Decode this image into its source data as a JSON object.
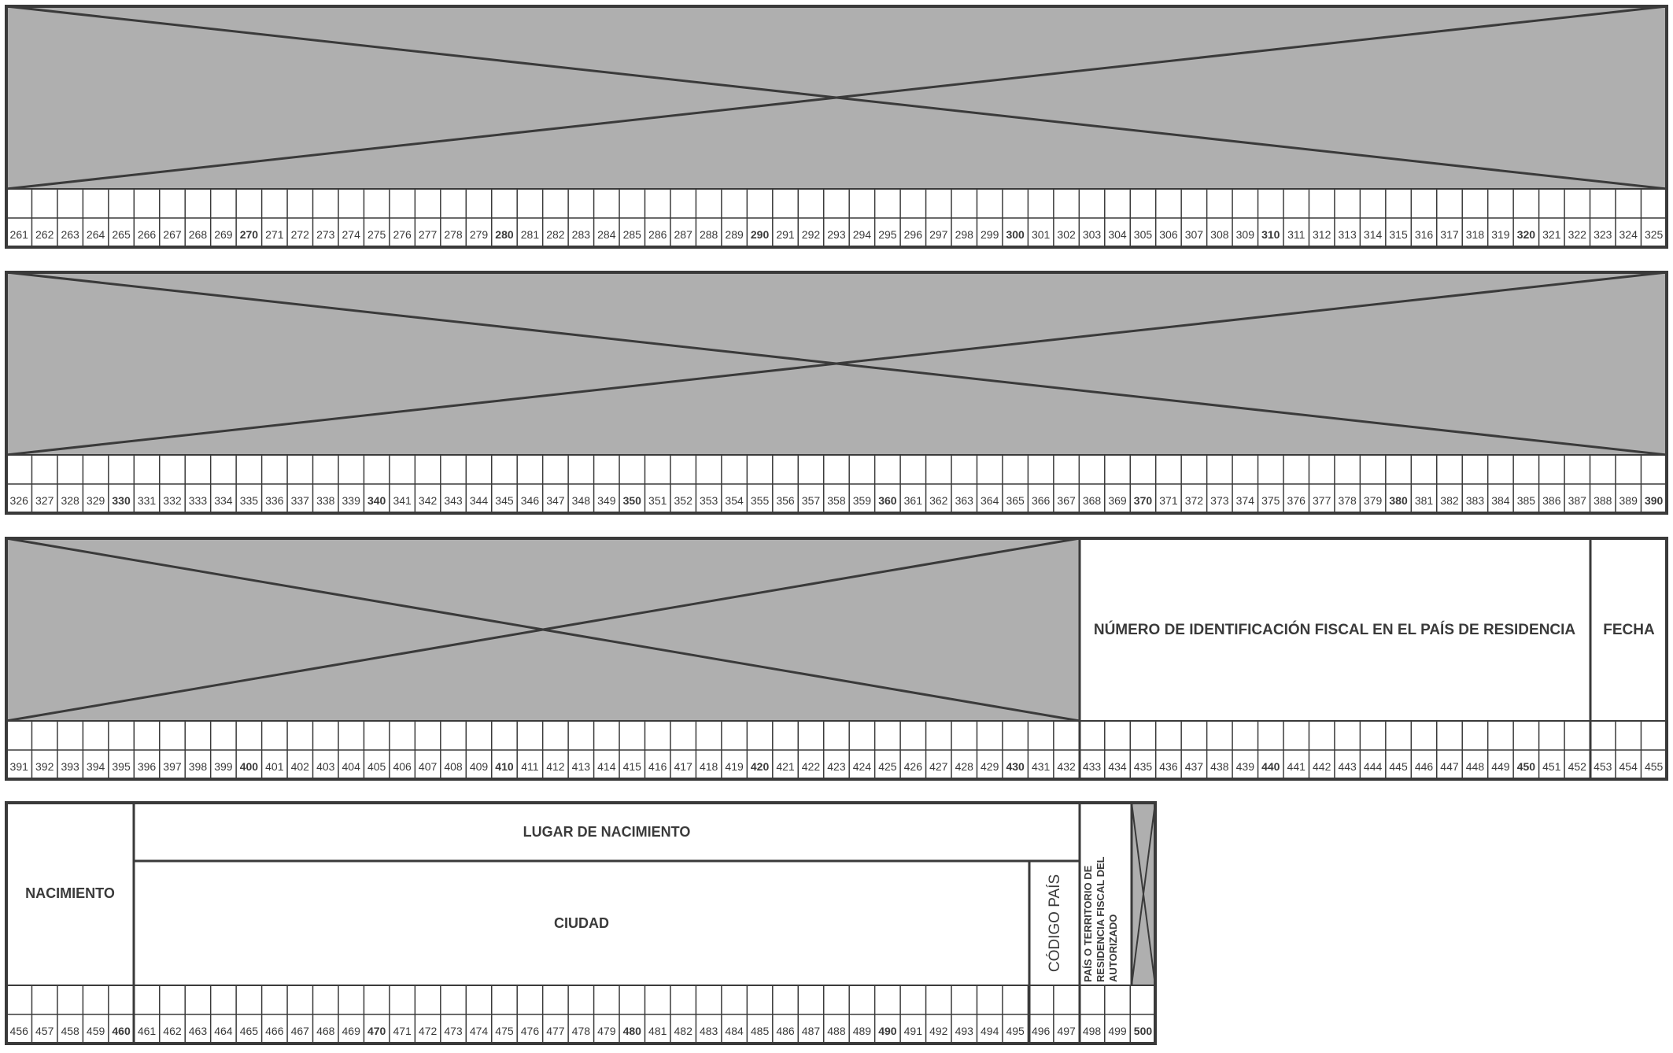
{
  "form": {
    "rows": [
      {
        "start": 261,
        "end": 325
      },
      {
        "start": 326,
        "end": 390
      },
      {
        "start": 391,
        "end": 455
      },
      {
        "start": 456,
        "end": 500
      }
    ],
    "bold_numbers": [
      270,
      280,
      290,
      300,
      310,
      320,
      330,
      340,
      350,
      360,
      370,
      380,
      390,
      400,
      410,
      420,
      430,
      440,
      450,
      460,
      470,
      480,
      490,
      500
    ],
    "row3_labels": {
      "nif": "NÚMERO DE IDENTIFICACIÓN FISCAL EN EL PAÍS DE RESIDENCIA",
      "fecha": "FECHA"
    },
    "row4_labels": {
      "nacimiento": "NACIMIENTO",
      "lugar": "LUGAR DE NACIMIENTO",
      "ciudad": "CIUDAD",
      "codigo_pais": "CÓDIGO PAÍS",
      "pais_line1": "PAÍS O TERRITORIO DE",
      "pais_line2": "RESIDENCIA FISCAL DEL",
      "pais_line3": "AUTORIZADO"
    },
    "colors": {
      "shade": "#afafaf",
      "line": "#3a3a3a",
      "paper": "#ffffff"
    }
  }
}
